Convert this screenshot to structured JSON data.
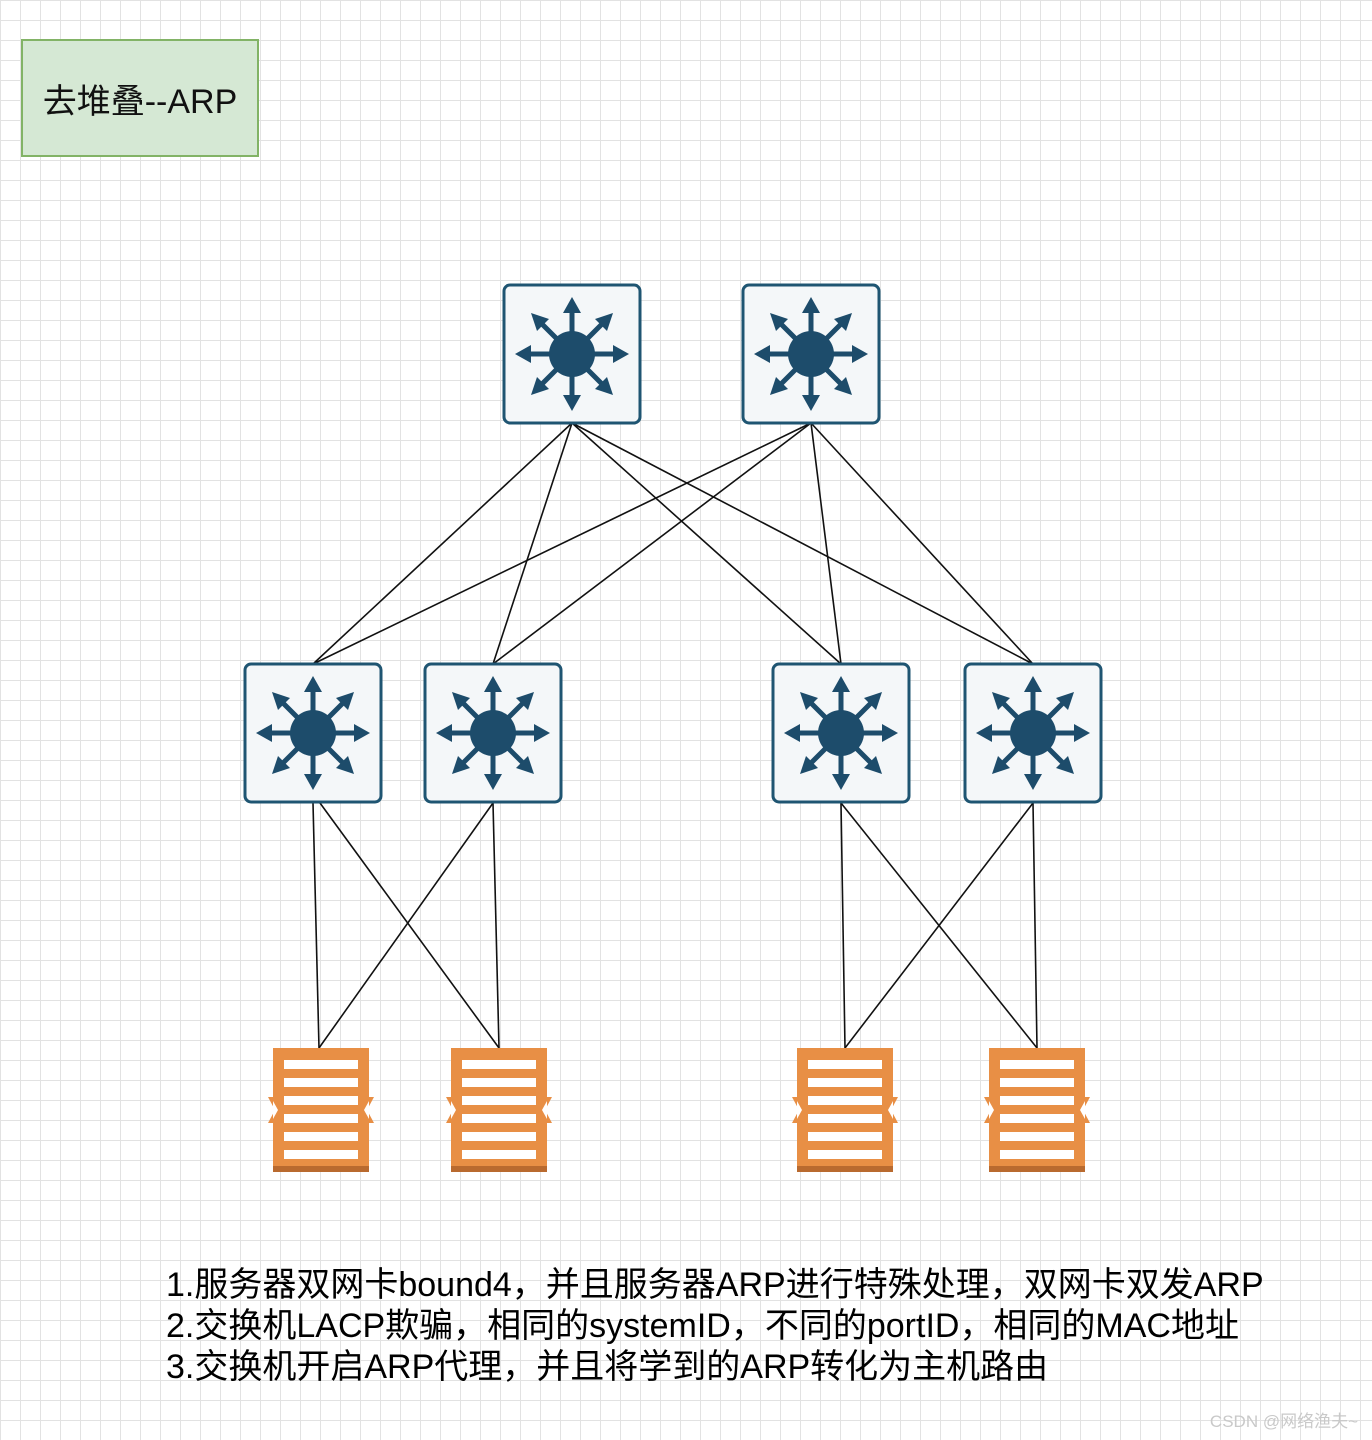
{
  "title": "去堆叠--ARP",
  "notes": [
    "1.服务器双网卡bound4，并且服务器ARP进行特殊处理，双网卡双发ARP",
    "2.交换机LACP欺骗，相同的systemID，不同的portID，相同的MAC地址",
    "3.交换机开启ARP代理，并且将学到的ARP转化为主机路由"
  ],
  "watermark": "CSDN @网络渔夫~",
  "nodes": {
    "core_switches": [
      {
        "icon": "layer3-switch-icon"
      },
      {
        "icon": "layer3-switch-icon"
      }
    ],
    "access_switches": [
      {
        "icon": "layer3-switch-icon"
      },
      {
        "icon": "layer3-switch-icon"
      },
      {
        "icon": "layer3-switch-icon"
      },
      {
        "icon": "layer3-switch-icon"
      }
    ],
    "servers": [
      {
        "icon": "server-icon"
      },
      {
        "icon": "server-icon"
      },
      {
        "icon": "server-icon"
      },
      {
        "icon": "server-icon"
      }
    ]
  },
  "colors": {
    "switch_fill": "#f4f7f9",
    "switch_border": "#1f5572",
    "switch_icon": "#1d4c6b",
    "server_orange": "#e88f45",
    "server_shadow": "#b96a2f",
    "title_fill": "#d5e8d4",
    "title_border": "#82b366"
  }
}
